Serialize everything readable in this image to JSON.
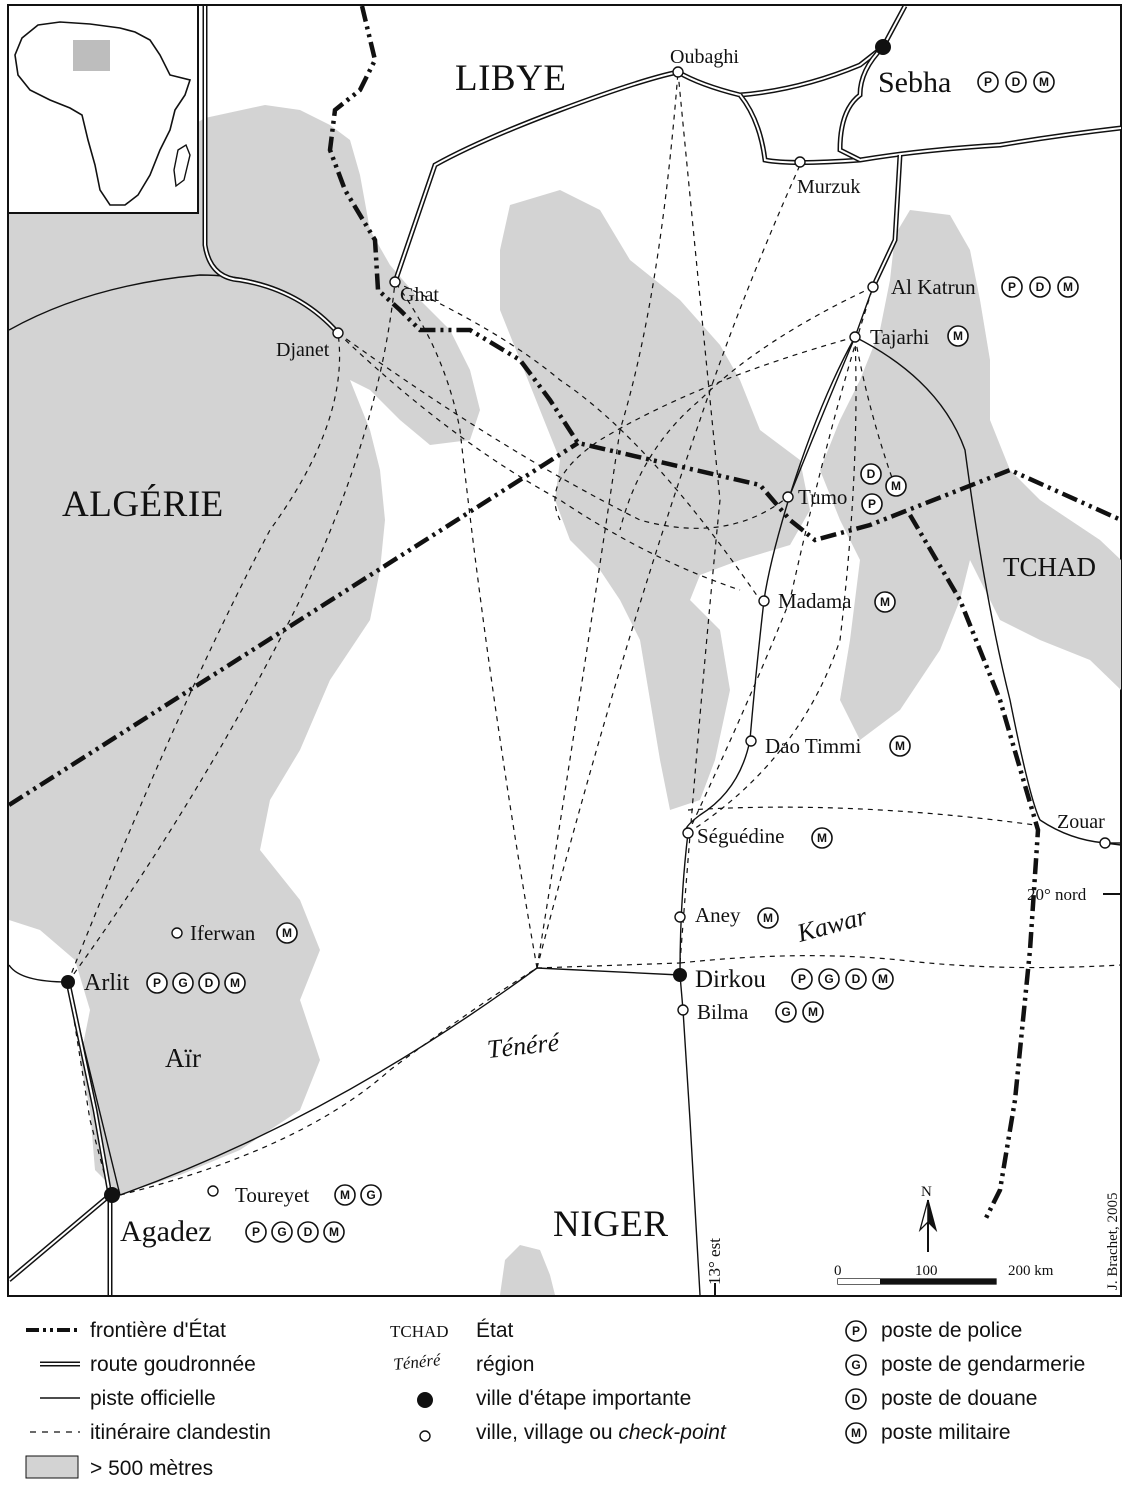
{
  "countries": {
    "libye": "LIBYE",
    "algerie": "ALGÉRIE",
    "tchad": "TCHAD",
    "niger": "NIGER"
  },
  "regions": {
    "kawar": "Kawar",
    "tenere": "Ténéré",
    "air": "Aïr"
  },
  "cities": {
    "sebha": "Sebha",
    "oubaghi": "Oubaghi",
    "murzuk": "Murzuk",
    "ghat": "Ghat",
    "djanet": "Djanet",
    "al_katrun": "Al Katrun",
    "tajarhi": "Tajarhi",
    "tumo": "Tumo",
    "madama": "Madama",
    "dao_timmi": "Dao Timmi",
    "zouar": "Zouar",
    "seguedine": "Séguédine",
    "aney": "Aney",
    "dirkou": "Dirkou",
    "bilma": "Bilma",
    "iferwan": "Iferwan",
    "arlit": "Arlit",
    "toureyet": "Toureyet",
    "agadez": "Agadez"
  },
  "badges": {
    "p": "P",
    "g": "G",
    "d": "D",
    "m": "M"
  },
  "grid": {
    "lat": "20° nord",
    "lon": "13° est"
  },
  "scale": {
    "north": "N",
    "zero": "0",
    "hundred": "100",
    "two_hundred": "200 km"
  },
  "credit": "J. Brachet, 2005",
  "legend": {
    "frontiere": "frontière d'État",
    "route": "route goudronnée",
    "piste": "piste officielle",
    "itineraire": "itinéraire clandestin",
    "altitude": "> 500 mètres",
    "state_sample": "TCHAD",
    "state_label": "État",
    "region_sample": "Ténéré",
    "region_label": "région",
    "ville_importante": "ville d'étape importante",
    "ville_village": "ville, village ou",
    "checkpoint": "check-point",
    "police": "poste de police",
    "gendarmerie": "poste de gendarmerie",
    "douane": "poste de douane",
    "militaire": "poste militaire"
  },
  "colors": {
    "land_over_500m": "#d3d3d3",
    "ink": "#111111",
    "background": "#ffffff"
  }
}
